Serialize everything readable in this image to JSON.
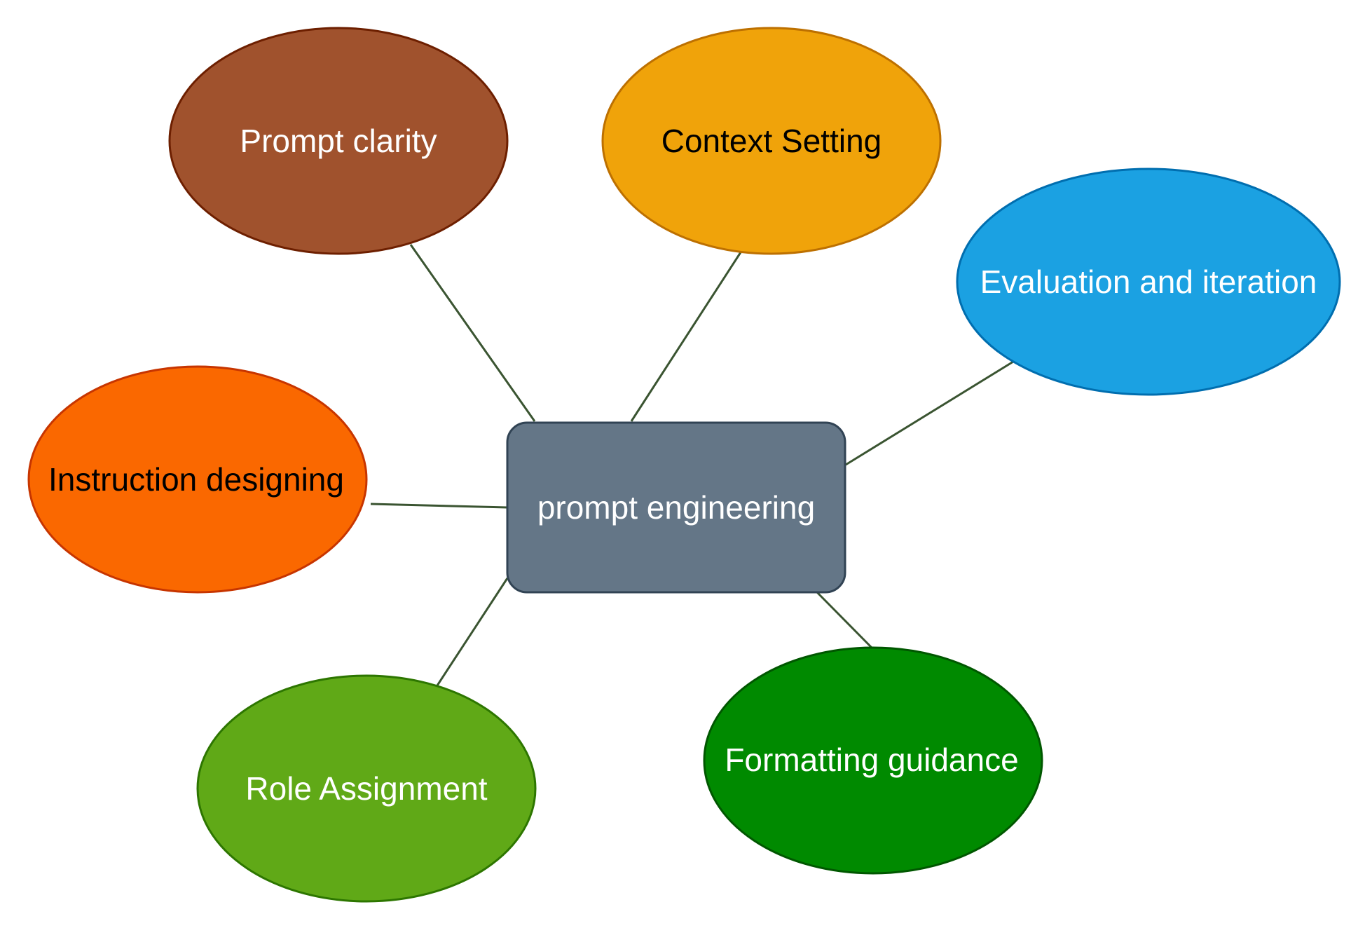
{
  "diagram": {
    "center": {
      "label": "prompt engineering",
      "fill": "#647687",
      "stroke": "#314354",
      "text_color": "#ffffff"
    },
    "nodes": [
      {
        "id": "prompt-clarity",
        "label": "Prompt clarity",
        "fill": "#a0522d",
        "stroke": "#6d1f00",
        "text_color": "#ffffff"
      },
      {
        "id": "context-setting",
        "label": "Context Setting",
        "fill": "#f0a30a",
        "stroke": "#bd7000",
        "text_color": "#000000"
      },
      {
        "id": "evaluation-iteration",
        "label": "Evaluation and iteration",
        "fill": "#1ba1e2",
        "stroke": "#006eaf",
        "text_color": "#ffffff"
      },
      {
        "id": "instruction-designing",
        "label": "Instruction designing",
        "fill": "#fa6800",
        "stroke": "#c73500",
        "text_color": "#000000"
      },
      {
        "id": "role-assignment",
        "label": "Role Assignment",
        "fill": "#60a917",
        "stroke": "#2d7600",
        "text_color": "#ffffff"
      },
      {
        "id": "formatting-guidance",
        "label": "Formatting guidance",
        "fill": "#008a00",
        "stroke": "#005700",
        "text_color": "#ffffff"
      }
    ],
    "connector_color": "#3a5431"
  }
}
